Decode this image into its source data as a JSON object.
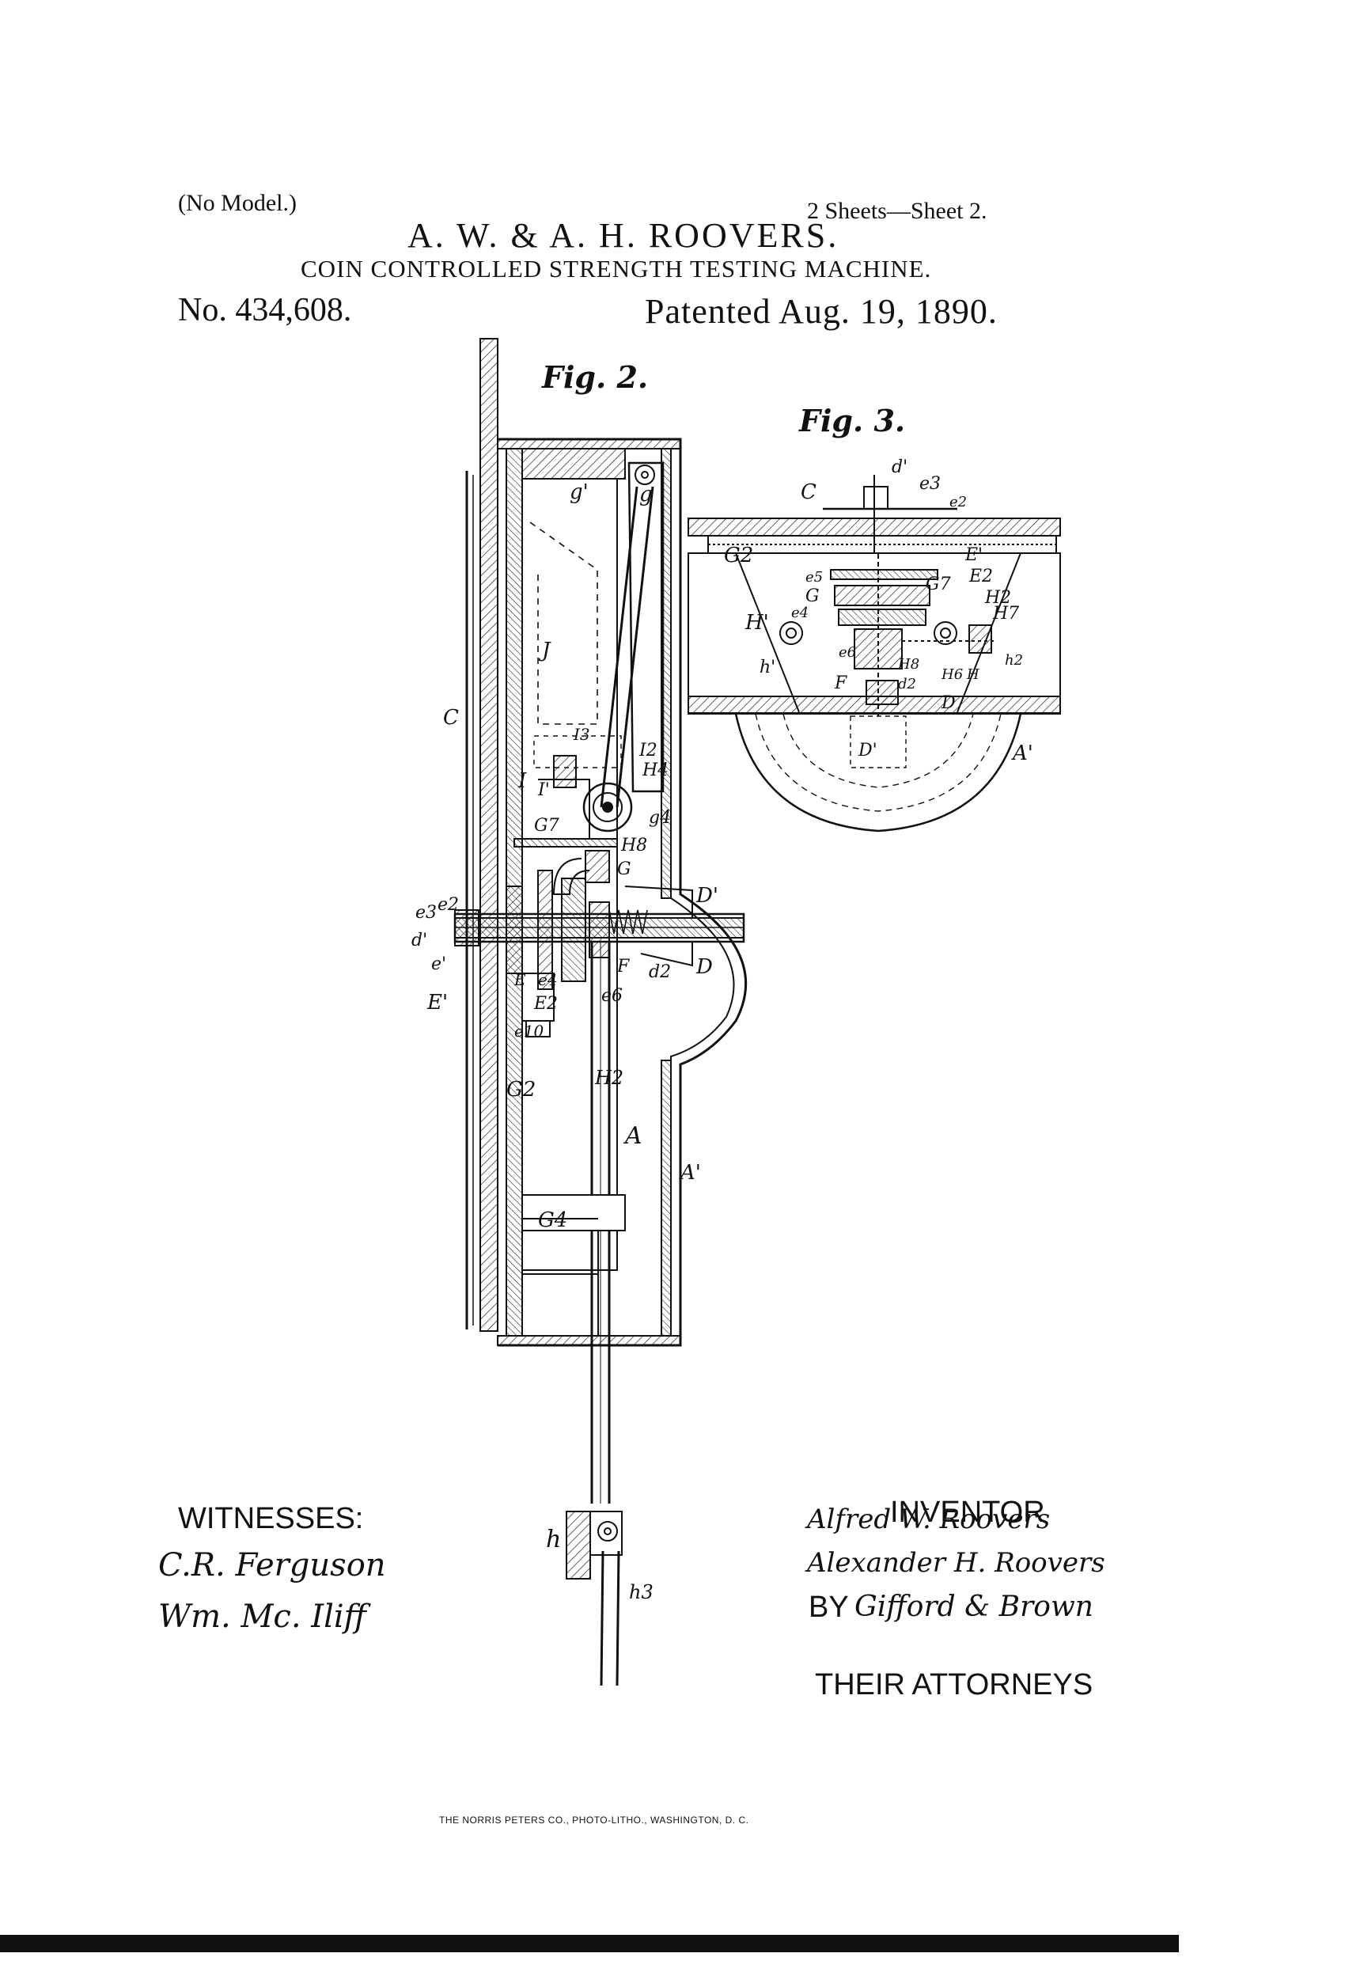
{
  "header": {
    "no_model": "(No Model.)",
    "inventors": "A. W. & A. H. ROOVERS.",
    "sheets": "2 Sheets—Sheet 2.",
    "title": "COIN CONTROLLED STRENGTH TESTING MACHINE.",
    "patent_number": "No. 434,608.",
    "patented": "Patented Aug. 19, 1890."
  },
  "figures": {
    "fig2": {
      "title": "Fig. 2.",
      "labels": [
        "g'",
        "g",
        "J",
        "C",
        "I3",
        "I2",
        "I",
        "I'",
        "H4",
        "G7",
        "g4",
        "H8",
        "G",
        "D'",
        "e3",
        "e2",
        "d'",
        "e'",
        "D",
        "d2",
        "F",
        "E",
        "e4",
        "E'",
        "E2",
        "e6",
        "e10",
        "G2",
        "H2",
        "A",
        "A'",
        "G4",
        "h",
        "h3"
      ]
    },
    "fig3": {
      "title": "Fig. 3.",
      "labels": [
        "C",
        "d'",
        "e3",
        "e2",
        "G2",
        "E'",
        "E2",
        "G7",
        "e5",
        "G",
        "e4",
        "H2",
        "H'",
        "H7",
        "h'",
        "e6",
        "H8",
        "h2",
        "F",
        "d2",
        "H6",
        "H",
        "D",
        "D'",
        "A'"
      ]
    }
  },
  "footer": {
    "witnesses_label": "WITNESSES:",
    "witness_1": "C.R. Ferguson",
    "witness_2": "Wm. Mc. Iliff",
    "inventor_label": "INVENTOR",
    "inventor_1": "Alfred W. Roovers",
    "inventor_2": "Alexander H. Roovers",
    "by_label": "BY",
    "attorney_signature": "Gifford & Brown",
    "attorneys_label": "THEIR ATTORNEYS",
    "printer": "THE NORRIS PETERS CO., PHOTO-LITHO., WASHINGTON, D. C."
  }
}
